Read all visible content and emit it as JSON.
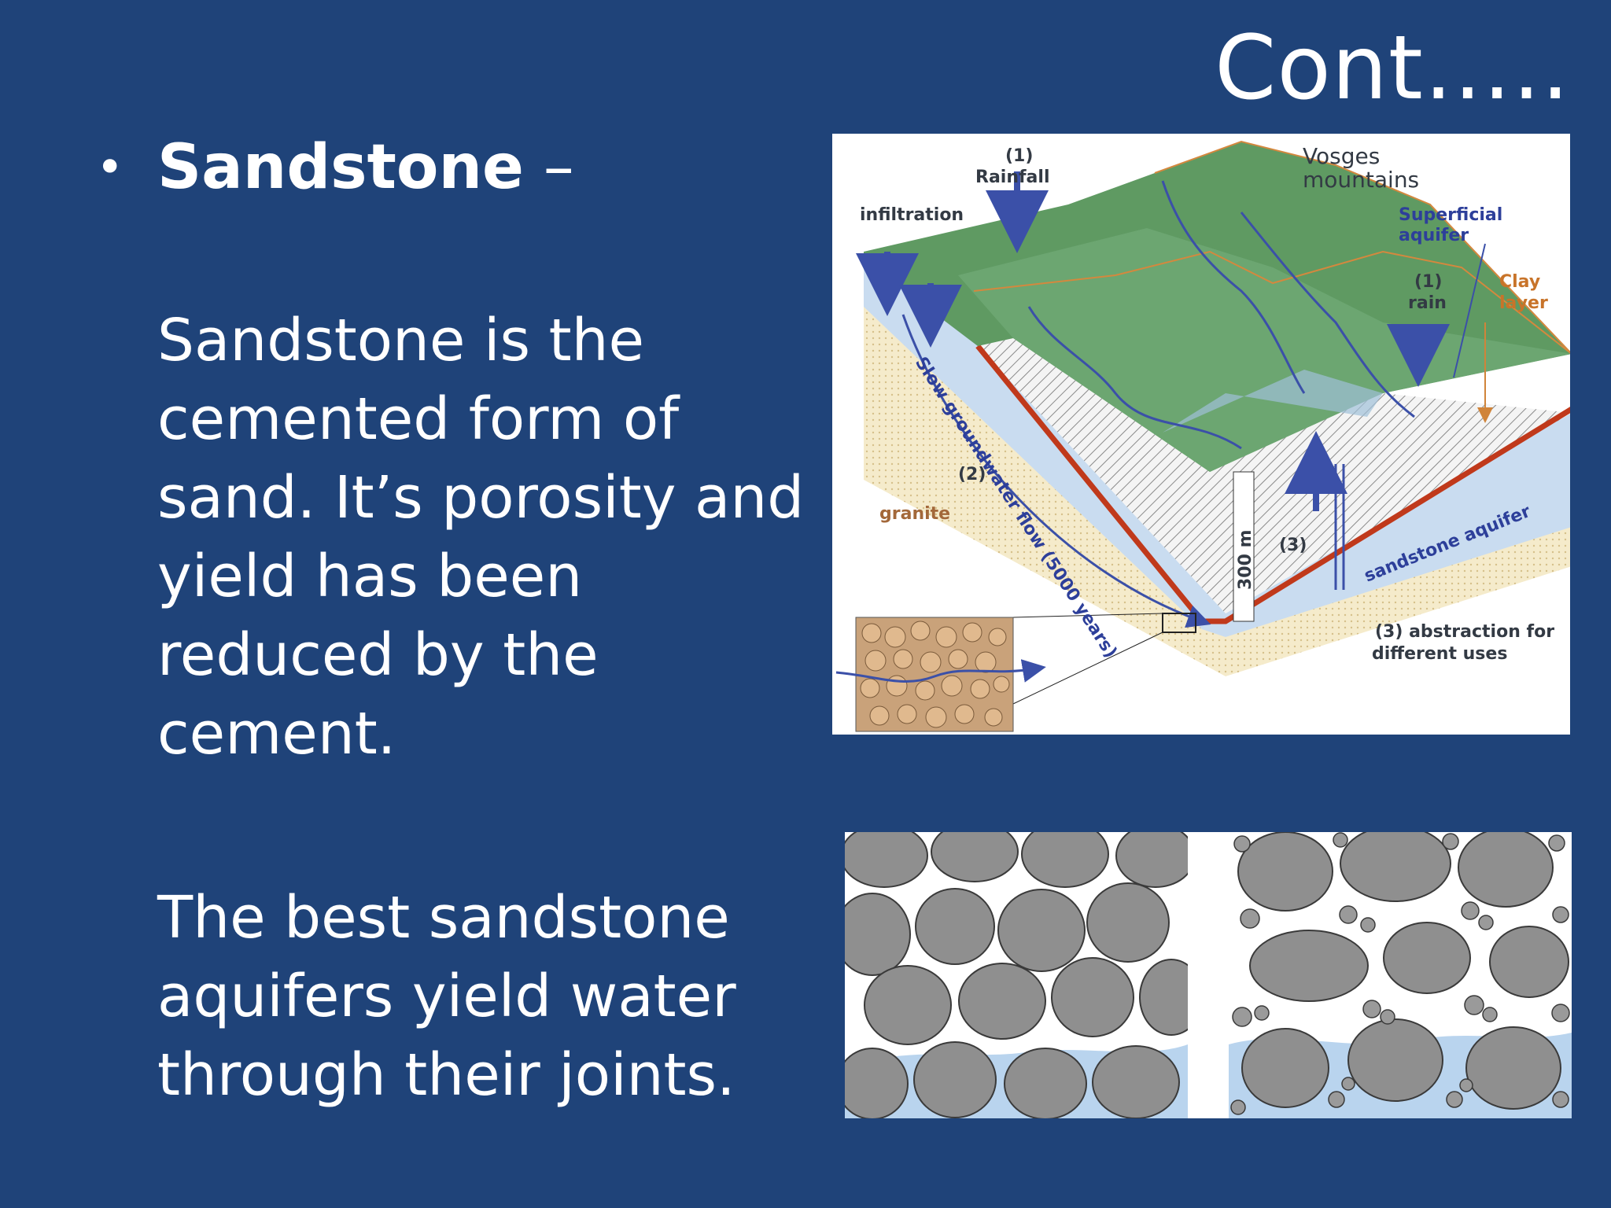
{
  "slide": {
    "title": "Cont…..",
    "bullet": {
      "marker": "•",
      "heading": "Sandstone",
      "suffix": " –"
    },
    "paragraphs": [
      "Sandstone is the\ncemented form of\nsand. It’s porosity and\nyield has been\nreduced by the\ncement.",
      "The best sandstone\naquifers yield water\nthrough their joints."
    ]
  },
  "diagram": {
    "labels": {
      "rainfall_num": "(1)",
      "rainfall": "Rainfall",
      "infiltration": "infiltration",
      "vosges_1": "Vosges",
      "vosges_2": "mountains",
      "superficial_1": "Superficial",
      "superficial_2": "aquifer",
      "rain_num": "(1)",
      "rain": "rain",
      "clay_1": "Clay",
      "clay_2": "layer",
      "flow": "Slow groundwater flow (5000 years)",
      "num2": "(2)",
      "granite": "granite",
      "depth": "300 m",
      "num3": "(3)",
      "sandstone_aquifer": "sandstone aquifer",
      "abstraction_1": "(3) abstraction for",
      "abstraction_2": "different uses"
    }
  },
  "colors": {
    "background": "#1f4379",
    "text": "#ffffff",
    "aquifer": "#c9dcf0",
    "terrain": "#5f9a62",
    "granite": "#f3e8c7",
    "clay": "#c0391b",
    "grain": "#8e8e8e"
  }
}
